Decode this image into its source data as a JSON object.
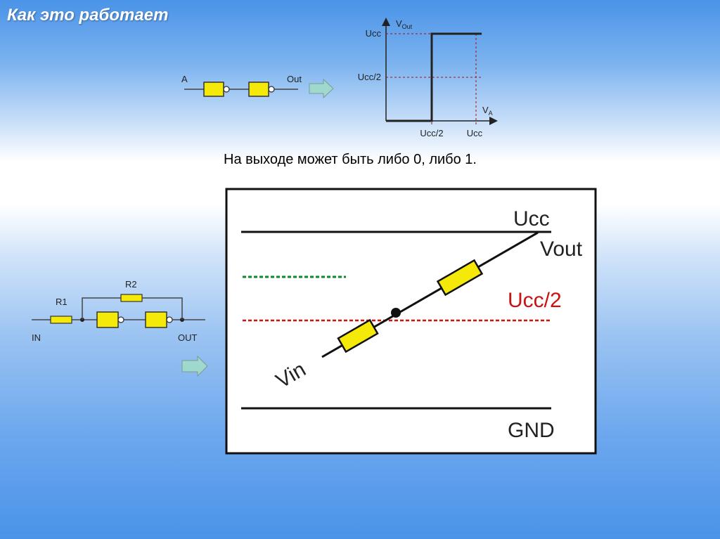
{
  "slide": {
    "title": "Как это работает",
    "caption": "На выходе может быть либо 0, либо 1."
  },
  "buffer_diagram": {
    "input_label": "A",
    "output_label": "Out"
  },
  "transfer_graph": {
    "y_axis_label": "V",
    "y_axis_sub": "Out",
    "x_axis_label": "V",
    "x_axis_sub": "A",
    "y_ticks": [
      "Ucc",
      "Ucc/2"
    ],
    "x_ticks": [
      "Ucc/2",
      "Ucc"
    ]
  },
  "latch_circuit": {
    "r1_label": "R1",
    "r2_label": "R2",
    "input_label": "IN",
    "output_label": "OUT"
  },
  "divider_diagram": {
    "ucc_label": "Ucc",
    "vout_label": "Vout",
    "half_label": "Ucc/2",
    "vin_label": "Vin",
    "gnd_label": "GND"
  },
  "colors": {
    "gate_fill": "#f5e90a",
    "half_line_red": "#cc1111",
    "green_line": "#0a8a2a",
    "arrow_fill": "#9fd8cc"
  }
}
